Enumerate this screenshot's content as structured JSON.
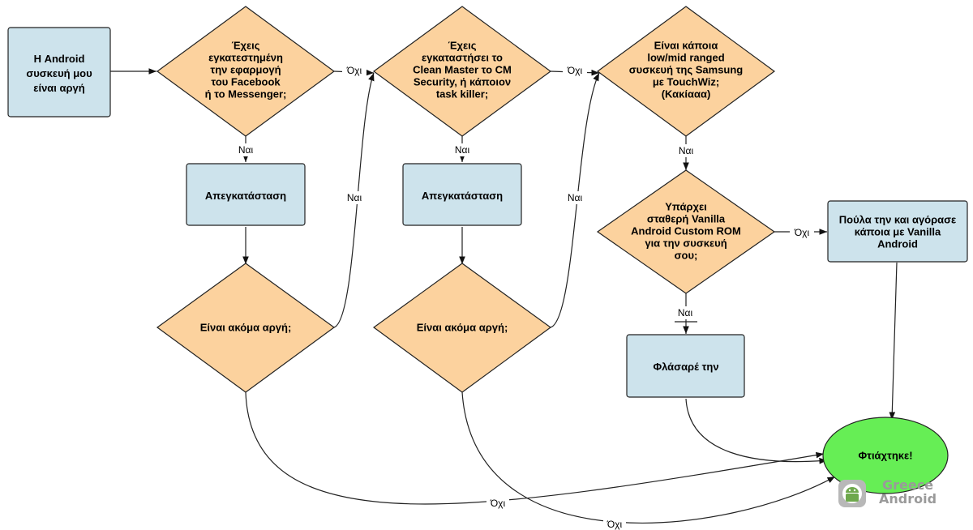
{
  "diagram": {
    "nodes": {
      "start": [
        "Η Android",
        "συσκευή μου",
        "είναι αργή"
      ],
      "q_facebook": [
        "Έχεις",
        "εγκατεστημένη",
        "την εφαρμογή",
        "του Facebook",
        "ή το Messenger;"
      ],
      "uninstall_1": [
        "Απεγκατάσταση"
      ],
      "still_slow_1": [
        "Είναι ακόμα αργή;"
      ],
      "q_cleanmaster": [
        "Έχεις",
        "εγκαταστήσει το",
        "Clean Master το CM",
        "Security, ή κάποιον",
        "task killer;"
      ],
      "uninstall_2": [
        "Απεγκατάσταση"
      ],
      "still_slow_2": [
        "Είναι ακόμα αργή;"
      ],
      "q_samsung": [
        "Είναι κάποια",
        "low/mid ranged",
        "συσκευή της Samsung",
        "με TouchWiz;",
        "(Κακίααα)"
      ],
      "q_vanilla_rom": [
        "Υπάρχει",
        "σταθερή Vanilla",
        "Android Custom ROM",
        "για την συσκευή",
        "σου;"
      ],
      "sell_buy": [
        "Πούλα την και αγόρασε",
        "κάποια με Vanilla",
        "Android"
      ],
      "flash_it": [
        "Φλάσαρέ την"
      ],
      "fixed": [
        "Φτιάχτηκε!"
      ]
    },
    "edge_labels": {
      "fb_no": "Όχι",
      "fb_yes": "Ναι",
      "slow1_yes": "Ναι",
      "slow1_no": "Όχι",
      "cm_no": "Όχι",
      "cm_yes": "Ναι",
      "slow2_yes": "Ναι",
      "slow2_no": "Όχι",
      "samsung_yes": "Ναι",
      "rom_no": "Όχι",
      "rom_yes": "Ναι"
    },
    "colors": {
      "process_fill": "#cde3ec",
      "decision_fill": "#fcd29e",
      "terminal_fill": "#66ee55",
      "stroke": "#222222"
    }
  },
  "watermark": {
    "line1": "Greece",
    "line2": "Android",
    "icon": "android-robot-icon"
  }
}
